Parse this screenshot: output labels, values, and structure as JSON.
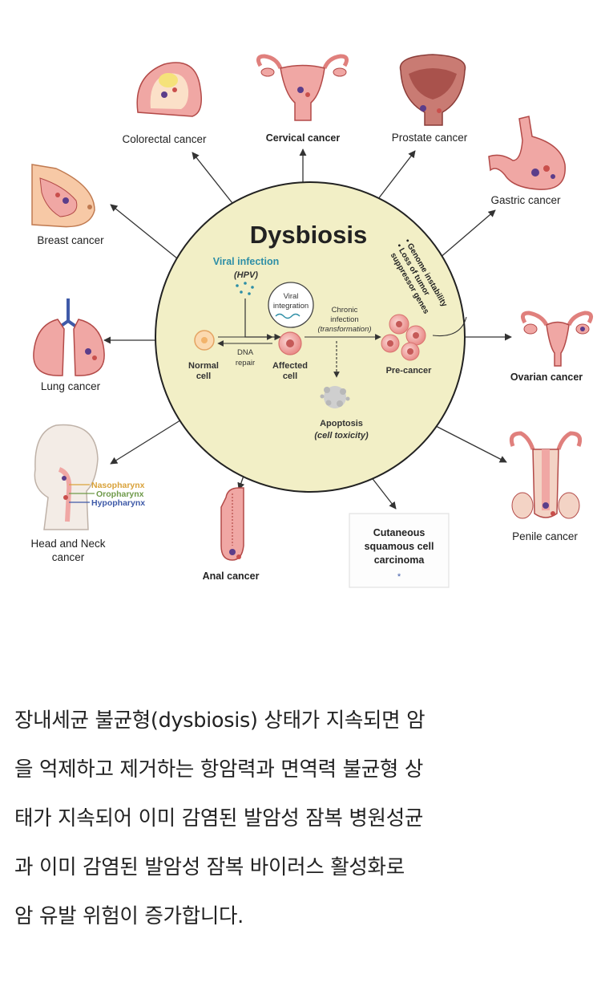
{
  "diagram": {
    "center_title": "Dysbiosis",
    "viral_infection": "Viral infection",
    "hpv": "(HPV)",
    "viral_integration_1": "Viral",
    "viral_integration_2": "integration",
    "chronic_1": "Chronic",
    "chronic_2": "infection",
    "chronic_3": "(transformation)",
    "dna_repair_1": "DNA",
    "dna_repair_2": "repair",
    "normal_cell_1": "Normal",
    "normal_cell_2": "cell",
    "affected_cell_1": "Affected",
    "affected_cell_2": "cell",
    "pre_cancer": "Pre-cancer",
    "apoptosis": "Apoptosis",
    "cell_toxicity": "(cell toxicity)",
    "genome_bullets": [
      "• Genome instability",
      "• Loss of tumor",
      "suppressor genes"
    ],
    "cancers": {
      "colorectal": "Colorectal cancer",
      "cervical": "Cervical cancer",
      "prostate": "Prostate cancer",
      "gastric": "Gastric cancer",
      "breast": "Breast cancer",
      "ovarian": "Ovarian cancer",
      "lung": "Lung cancer",
      "penile": "Penile cancer",
      "head_neck_1": "Head and Neck",
      "head_neck_2": "cancer",
      "anal": "Anal cancer",
      "cutaneous_1": "Cutaneous",
      "cutaneous_2": "squamous cell",
      "cutaneous_3": "carcinoma"
    },
    "head_regions": [
      "Nasopharynx",
      "Oropharynx",
      "Hypopharynx"
    ],
    "colors": {
      "circle_fill": "#f2efc6",
      "organ_pink": "#f0a7a4",
      "organ_dark": "#b34a48",
      "viral_blue": "#2d8ea6",
      "nasopharynx": "#d9a23a",
      "oropharynx": "#6f9a4a",
      "hypopharynx": "#3f5aa8"
    }
  },
  "paragraph": {
    "lines": [
      "장내세균 불균형(dysbiosis) 상태가 지속되면 암",
      "을 억제하고 제거하는 항암력과 면역력 불균형 상",
      "태가 지속되어 이미 감염된 발암성 잠복 병원성균",
      "과 이미 감염된 발암성 잠복 바이러스 활성화로",
      "암 유발 위험이 증가합니다."
    ]
  }
}
